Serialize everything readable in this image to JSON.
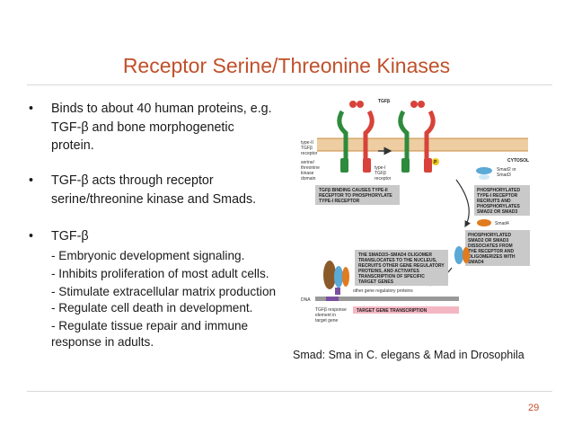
{
  "title": "Receptor Serine/Threonine Kinases",
  "bullets": [
    {
      "marker": "•",
      "lines": [
        "Binds to about 40 human proteins, e.g.",
        "TGF-β and bone morphogenetic",
        "protein."
      ]
    },
    {
      "marker": "•",
      "lines": [
        "TGF-β acts through receptor",
        "serine/threonine kinase and Smads."
      ]
    },
    {
      "marker": "•",
      "lines": [
        "TGF-β"
      ],
      "subitems": [
        "- Embryonic development signaling.",
        "- Inhibits proliferation of most adult cells.",
        "- Stimulate extracellular matrix production",
        "- Regulate cell death in development.",
        "- Regulate tissue repair and immune",
        "response in adults."
      ]
    }
  ],
  "caption": "Smad: Sma in C. elegans & Mad in Drosophila",
  "page_number": "29",
  "diagram": {
    "ligand_label": "TGFβ",
    "receptor_labels": [
      "type-II",
      "TGFβ",
      "receptor"
    ],
    "domain_labels": [
      "serine/",
      "threonine",
      "kinase",
      "domain"
    ],
    "type1_labels": [
      "type-I",
      "TGFβ",
      "receptor"
    ],
    "cytosol": "CYTOSOL",
    "binding_box": [
      "TGFβ BINDING CAUSES TYPE-II",
      "RECEPTOR TO PHOSPHORYLATE",
      "TYPE-I RECEPTOR"
    ],
    "smad23": [
      "Smad2 or",
      "Smad3"
    ],
    "phos_box": [
      "PHOSPHORYLATED",
      "TYPE-I RECEPTOR",
      "RECRUITS AND",
      "PHOSPHORYLATES",
      "SMAD2 OR SMAD3"
    ],
    "smad4": "Smad4",
    "dissoc_box": [
      "PHOSPHORYLATED",
      "SMAD2 OR SMAD3",
      "DISSOCIATES FROM",
      "THE RECEPTOR AND",
      "OLIGOMERIZES WITH",
      "SMAD4"
    ],
    "nucleus_box": [
      "THE SMAD2/3–SMAD4 OLIGOMER",
      "TRANSLOCATES TO THE NUCLEUS,",
      "RECRUITS OTHER GENE REGULATORY",
      "PROTEINS, AND ACTIVATES",
      "TRANSCRIPTION OF SPECIFIC",
      "TARGET GENES"
    ],
    "other_proteins": "other gene regulatory proteins",
    "dna": "DNA",
    "response_element": [
      "TGFβ response",
      "element in",
      "target gene"
    ],
    "target_transcription": "TARGET GENE TRANSCRIPTION",
    "phospho": "P",
    "colors": {
      "title": "#c0502a",
      "receptor_red": "#d8423a",
      "receptor_green": "#2e8b3c",
      "membrane": "#e3b27a",
      "box": "#c9c9c9",
      "smad_blue": "#5aa9d6",
      "smad_orange": "#e07b1f"
    }
  }
}
